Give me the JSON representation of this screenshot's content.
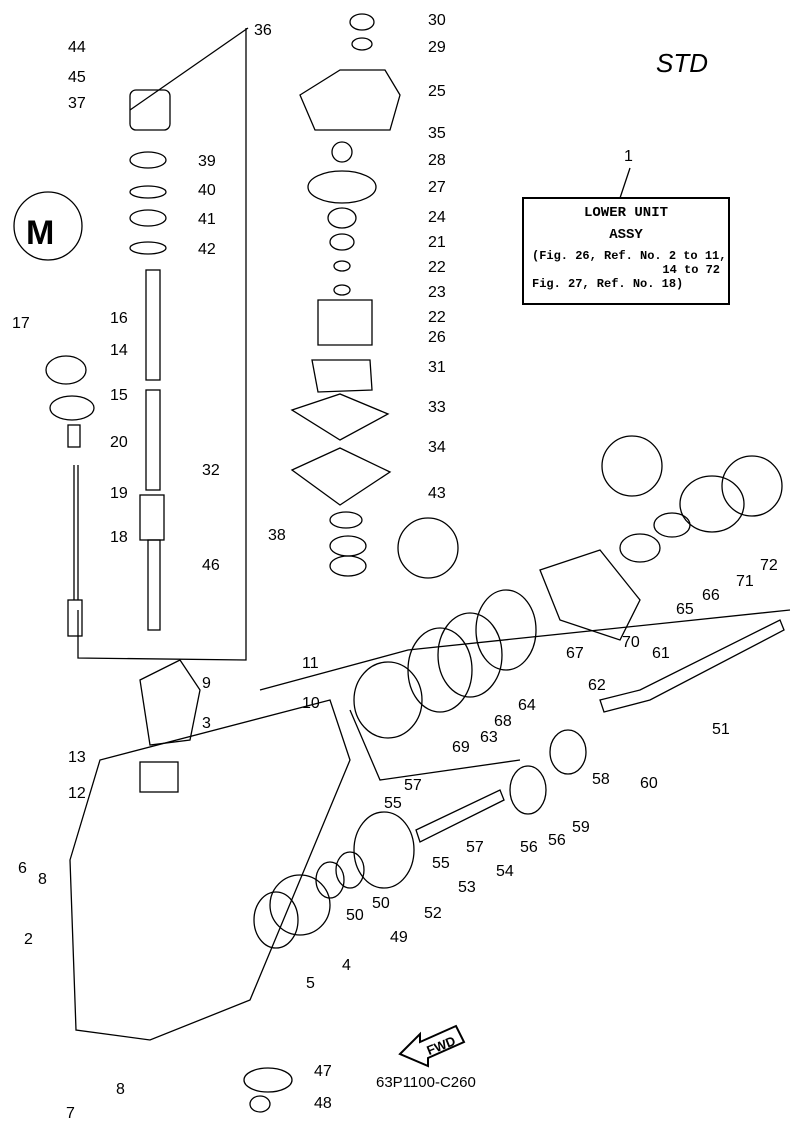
{
  "header": {
    "variant": "STD"
  },
  "assy": {
    "ref": "1",
    "title": "LOWER UNIT",
    "subtitle": "ASSY",
    "note_line1": "(Fig. 26, Ref. No. 2 to 11,",
    "note_line2": "14 to 72",
    "note_line3": "Fig. 27, Ref. No. 18)"
  },
  "fwd_label": "FWD",
  "drawing_code": "63P1100-C260",
  "callouts": [
    "44",
    "45",
    "37",
    "39",
    "40",
    "41",
    "42",
    "16",
    "17",
    "14",
    "15",
    "20",
    "19",
    "18",
    "32",
    "46",
    "36",
    "30",
    "29",
    "25",
    "35",
    "28",
    "27",
    "24",
    "21",
    "22",
    "23",
    "22",
    "26",
    "31",
    "33",
    "34",
    "43",
    "38",
    "9",
    "11",
    "10",
    "3",
    "13",
    "12",
    "6",
    "8",
    "2",
    "7",
    "8",
    "5",
    "4",
    "50",
    "50",
    "49",
    "52",
    "47",
    "48",
    "57",
    "55",
    "55",
    "57",
    "53",
    "56",
    "54",
    "56",
    "59",
    "58",
    "60",
    "51",
    "61",
    "62",
    "63",
    "64",
    "65",
    "66",
    "67",
    "68",
    "69",
    "70",
    "71",
    "72"
  ]
}
